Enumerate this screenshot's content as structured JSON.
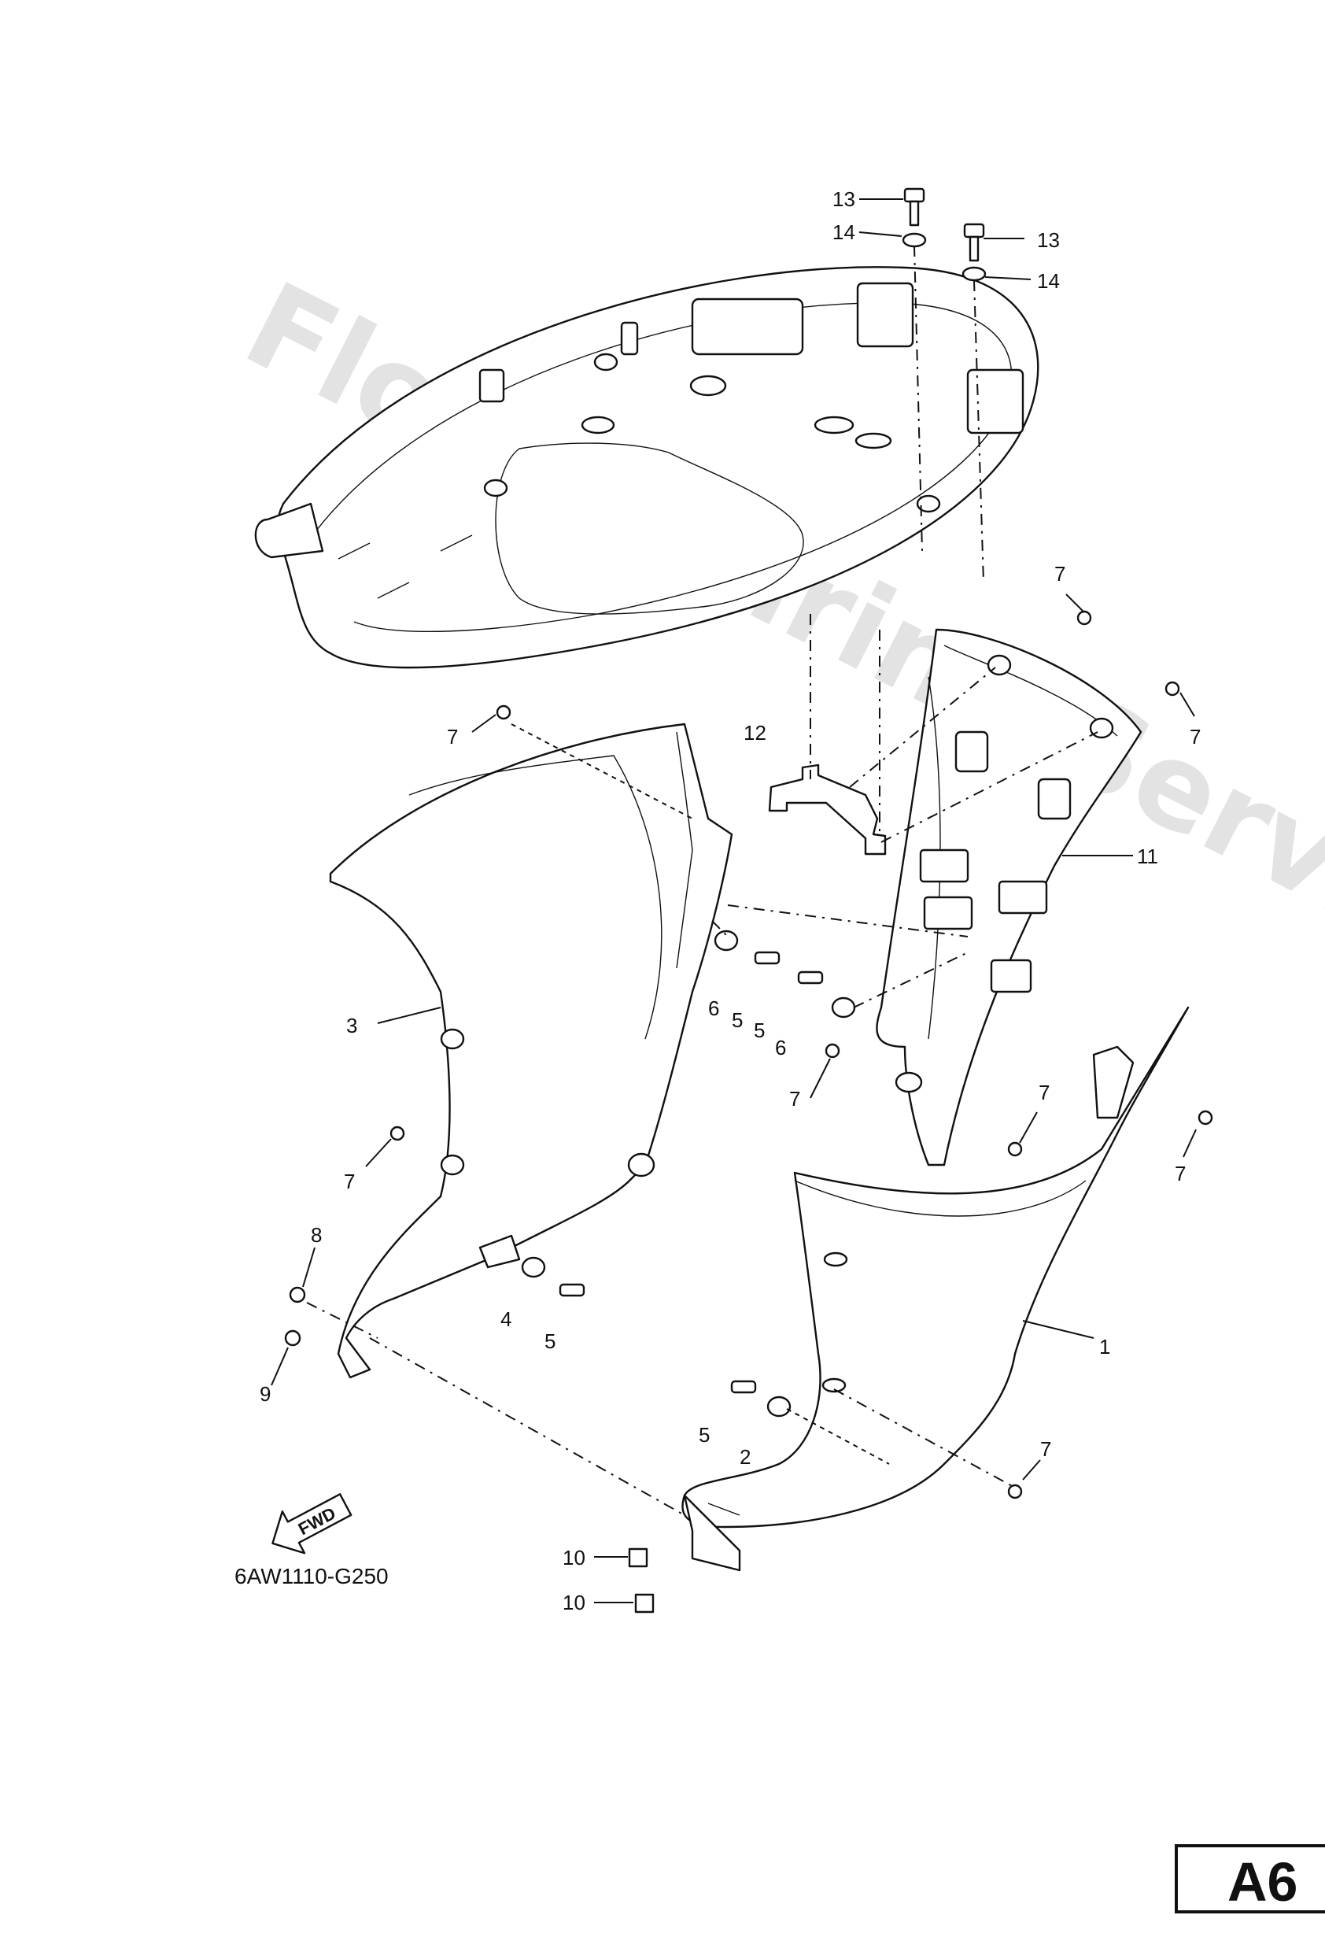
{
  "watermark": "Flood Marine Services",
  "diagram_code": "6AW1110-G250",
  "page_id": "A6",
  "fwd_label": "FWD",
  "callouts": [
    "13",
    "14",
    "13",
    "14",
    "7",
    "7",
    "12",
    "7",
    "11",
    "3",
    "6",
    "5",
    "5",
    "6",
    "7",
    "7",
    "7",
    "7",
    "8",
    "4",
    "5",
    "9",
    "1",
    "5",
    "2",
    "7",
    "10",
    "10"
  ]
}
